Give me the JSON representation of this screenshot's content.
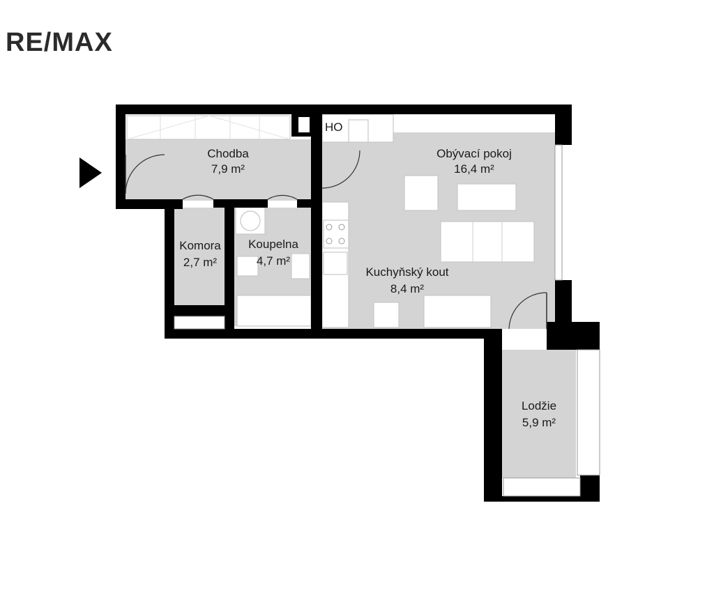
{
  "logo": {
    "text": "RE/MAX"
  },
  "floorplan": {
    "rooms": [
      {
        "id": "chodba",
        "name": "Chodba",
        "area": "7,9 m²"
      },
      {
        "id": "obyvaci",
        "name": "Obývací pokoj",
        "area": "16,4 m²"
      },
      {
        "id": "komora",
        "name": "Komora",
        "area": "2,7 m²"
      },
      {
        "id": "koupelna",
        "name": "Koupelna",
        "area": "4,7 m²"
      },
      {
        "id": "kuchyn",
        "name": "Kuchyňský kout",
        "area": "8,4 m²"
      },
      {
        "id": "lodzie",
        "name": "Lodžie",
        "area": "5,9 m²"
      }
    ],
    "labels": {
      "ho": "HO"
    },
    "colors": {
      "wall": "#000000",
      "floor": "#d4d4d4",
      "background": "#ffffff"
    }
  }
}
